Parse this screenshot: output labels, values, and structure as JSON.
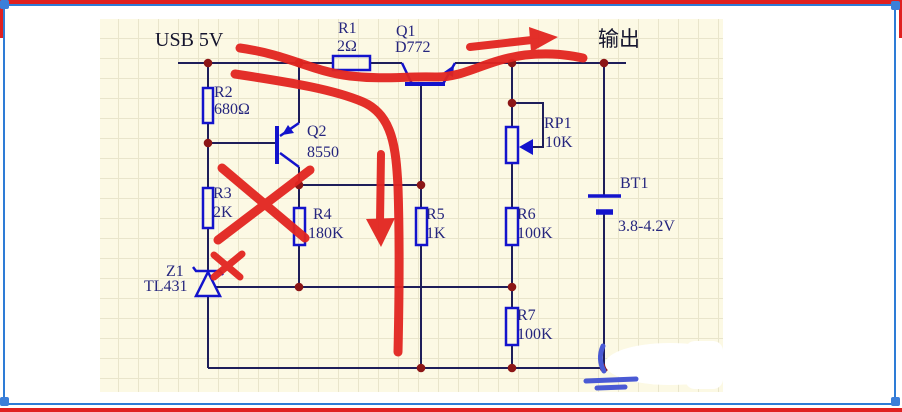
{
  "frame": {
    "outer_border_color": "#e02020",
    "selection_border_color": "#2e7cd6",
    "handle_color": "#3c7fd9"
  },
  "schematic": {
    "background_color": "#fcf9e4",
    "grid_color": "#e9e5cb",
    "wire_color": "#1e1e5a",
    "symbol_color": "#1313cc",
    "junction_color": "#8c1616",
    "label_color": "#26267e",
    "input_label": "USB 5V",
    "output_label": "输出",
    "components": {
      "r1": {
        "ref": "R1",
        "value": "2Ω"
      },
      "q1": {
        "ref": "Q1",
        "value": "D772"
      },
      "r2": {
        "ref": "R2",
        "value": "680Ω"
      },
      "q2": {
        "ref": "Q2",
        "value": "8550"
      },
      "r3": {
        "ref": "R3",
        "value": "2K"
      },
      "r4": {
        "ref": "R4",
        "value": "180K"
      },
      "r5": {
        "ref": "R5",
        "value": "1K"
      },
      "rp1": {
        "ref": "RP1",
        "value": "10K"
      },
      "r6": {
        "ref": "R6",
        "value": "100K"
      },
      "r7": {
        "ref": "R7",
        "value": "100K"
      },
      "z1": {
        "ref": "Z1",
        "value": "TL431"
      },
      "bt1": {
        "ref": "BT1",
        "value": "3.8-4.2V"
      }
    }
  },
  "annotations": {
    "ink_color": "#e22520",
    "ground_ink_color": "#4a5ad4",
    "marks": [
      "flow-arrow-right",
      "flow-stroke-top",
      "flow-curve-down",
      "flow-arrow-down",
      "x-mark-large",
      "x-mark-small",
      "hand-drawn-ground"
    ]
  }
}
